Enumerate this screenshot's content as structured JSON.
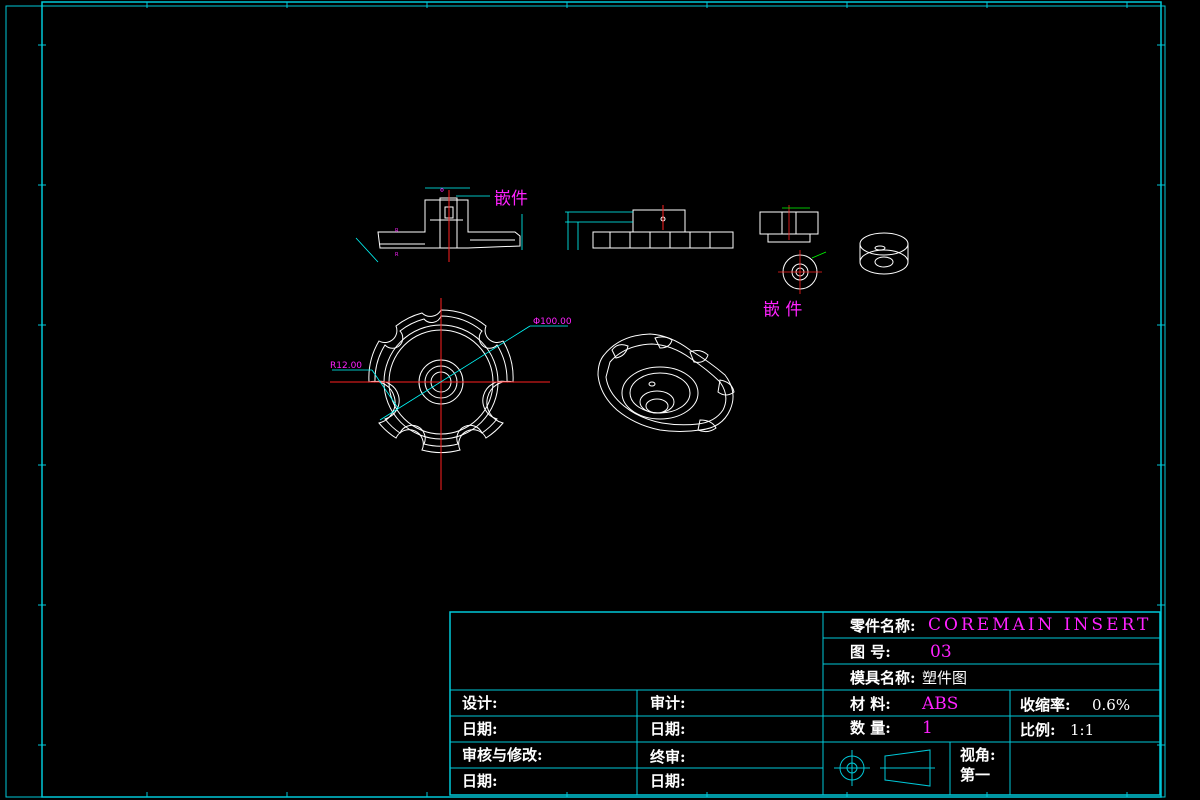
{
  "colors": {
    "frame": "#00c8d8",
    "geometry": "#ffffff",
    "centerline": "#ff2020",
    "dimension": "#00ffff",
    "annotation": "#ff22ff",
    "background": "#000000"
  },
  "drawing": {
    "insert_label_top": "嵌件",
    "insert_label_bottom": "嵌 件",
    "dim_diameter": "Φ100.00",
    "dim_radius": "R12.00"
  },
  "title_block": {
    "part_name_label": "零件名称:",
    "part_name_value": "COREMAIN INSERT",
    "drawing_no_label": "图  号:",
    "drawing_no_value": "03",
    "mold_name_label": "模具名称:",
    "mold_name_value": "塑件图",
    "material_label": "材  料:",
    "material_value": "ABS",
    "quantity_label": "数  量:",
    "quantity_value": "1",
    "shrinkage_label": "收缩率:",
    "shrinkage_value": "0.6%",
    "scale_label": "比例:",
    "scale_value": "1:1",
    "view_label": "视角:",
    "view_value": "第一",
    "design_label": "设计:",
    "review_label": "审计:",
    "date_label_1": "日期:",
    "date_label_2": "日期:",
    "check_modify_label": "审核与修改:",
    "final_review_label": "终审:",
    "date_label_3": "日期:",
    "date_label_4": "日期:"
  }
}
